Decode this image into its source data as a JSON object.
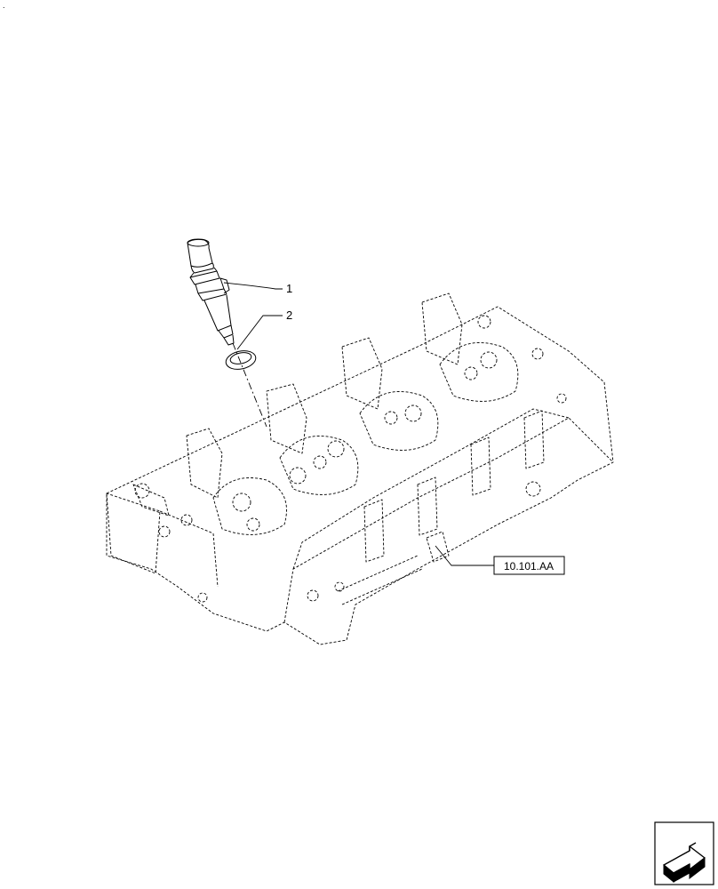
{
  "callouts": [
    {
      "id": "1",
      "label": "1"
    },
    {
      "id": "2",
      "label": "2"
    }
  ],
  "reference": {
    "label": "10.101.AA"
  },
  "corner_mark": ".",
  "icons": {
    "navigation": "next-page-arrow-icon"
  }
}
